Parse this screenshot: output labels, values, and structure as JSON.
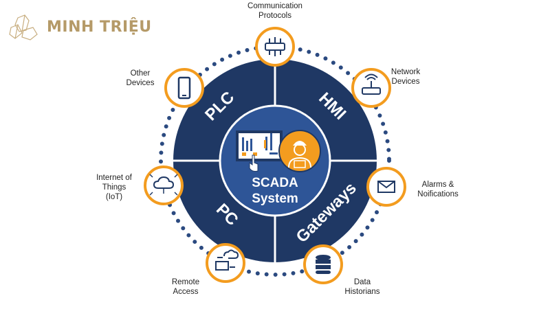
{
  "logo": {
    "text": "MINH TRIỆU"
  },
  "center": {
    "line1": "SCADA",
    "line2": "System"
  },
  "quadrants": [
    "PLC",
    "HMI",
    "Gateways",
    "PC"
  ],
  "nodes": [
    {
      "lines": [
        "Communication",
        "Protocols"
      ],
      "icon": "network-switch-icon"
    },
    {
      "lines": [
        "Network",
        "Devices"
      ],
      "icon": "router-icon"
    },
    {
      "lines": [
        "Alarms &",
        "Noifications"
      ],
      "icon": "envelope-icon"
    },
    {
      "lines": [
        "Data",
        "Historians"
      ],
      "icon": "database-icon"
    },
    {
      "lines": [
        "Remote",
        "Access"
      ],
      "icon": "remote-computer-icon"
    },
    {
      "lines": [
        "Internet of",
        "Things",
        "(IoT)"
      ],
      "icon": "cloud-iot-icon"
    },
    {
      "lines": [
        "Other",
        "Devices"
      ],
      "icon": "smartphone-icon"
    }
  ],
  "colors": {
    "navy": "#1f3864",
    "blue": "#2e5597",
    "orange": "#f39c1f",
    "gold": "#b59a68"
  }
}
